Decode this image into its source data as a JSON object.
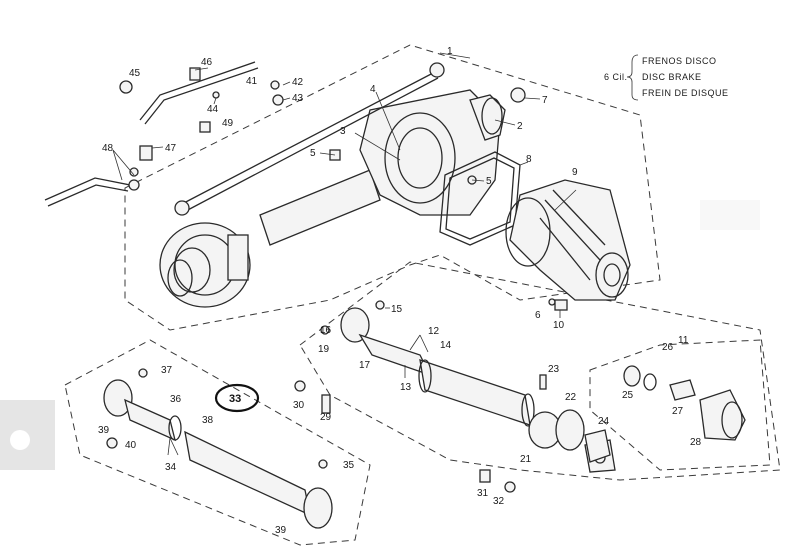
{
  "legend": {
    "prefix": "6 Cil.",
    "lines": [
      "FRENOS DISCO",
      "DISC  BRAKE",
      "FREIN DE DISQUE"
    ]
  },
  "highlighted_callout": "33",
  "callouts": [
    "1",
    "2",
    "3",
    "4",
    "5",
    "5",
    "6",
    "7",
    "8",
    "9",
    "10",
    "11",
    "12",
    "13",
    "14",
    "15",
    "16",
    "17",
    "19",
    "21",
    "22",
    "23",
    "24",
    "25",
    "26",
    "27",
    "28",
    "29",
    "30",
    "31",
    "32",
    "35",
    "36",
    "37",
    "38",
    "39",
    "39",
    "40",
    "41",
    "42",
    "43",
    "44",
    "45",
    "46",
    "47",
    "48",
    "49"
  ]
}
